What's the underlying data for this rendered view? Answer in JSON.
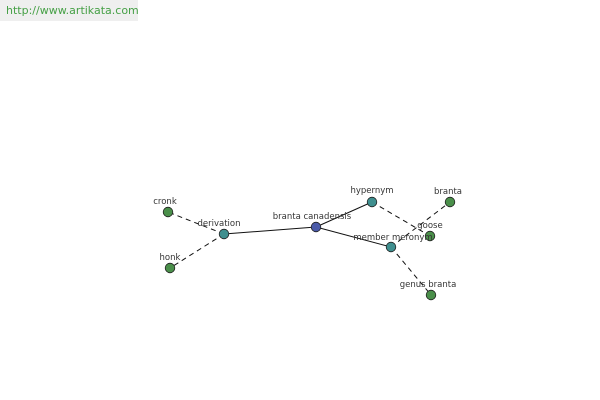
{
  "header": {
    "url": "http://www.artikata.com"
  },
  "graph": {
    "center": {
      "label": "branta canadensis",
      "color": "#4a5aa8"
    },
    "relations": [
      {
        "label": "derivation",
        "color": "#3f8f8f",
        "targets": [
          {
            "label": "cronk",
            "color": "#4a8f4a"
          },
          {
            "label": "honk",
            "color": "#4a8f4a"
          }
        ]
      },
      {
        "label": "hypernym",
        "color": "#3f8f8f",
        "targets": [
          {
            "label": "goose",
            "color": "#4a8f4a"
          }
        ]
      },
      {
        "label": "member meronym",
        "color": "#3f8f8f",
        "targets": [
          {
            "label": "branta",
            "color": "#4a8f4a"
          },
          {
            "label": "genus branta",
            "color": "#4a8f4a"
          }
        ]
      }
    ]
  }
}
